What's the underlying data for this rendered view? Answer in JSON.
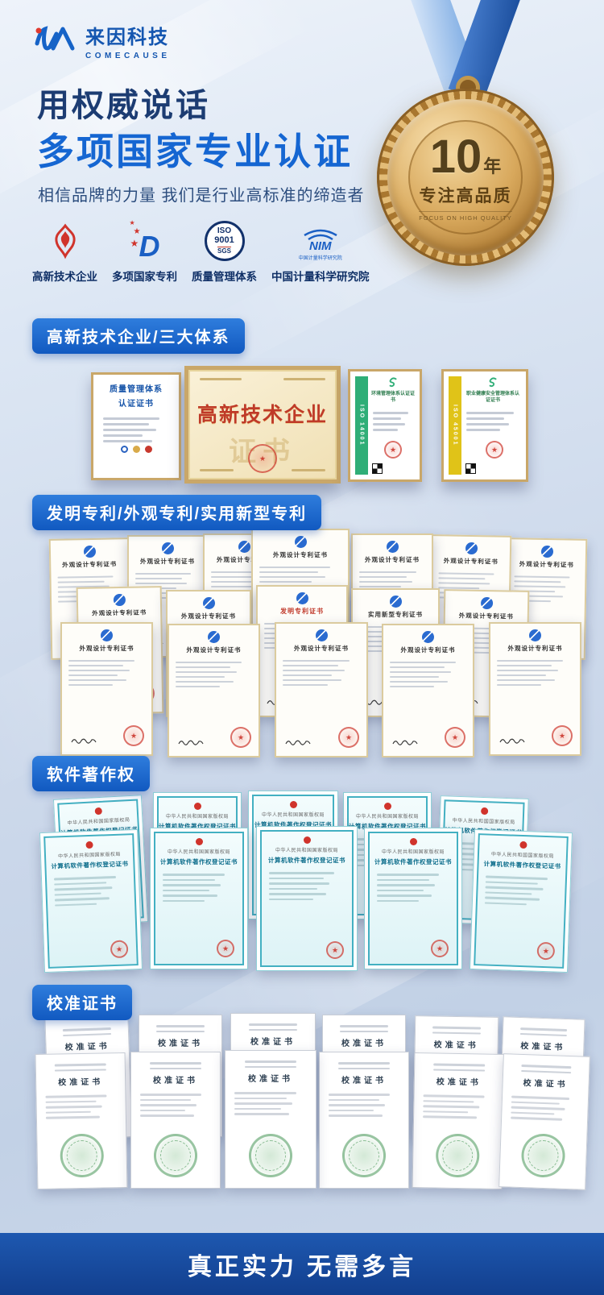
{
  "brand": {
    "name": "来因科技",
    "name_en": "COMECAUSE"
  },
  "hero": {
    "title": "用权威说话",
    "headline": "多项国家专业认证",
    "tagline": "相信品牌的力量 我们是行业高标准的缔造者"
  },
  "medal": {
    "number": "10",
    "unit": "年",
    "caption": "专注高品质",
    "caption_en": "FOCUS ON HIGH QUALITY"
  },
  "badges": [
    {
      "label": "高新技术企业"
    },
    {
      "label": "多项国家专利",
      "icon_text": "D"
    },
    {
      "label": "质量管理体系",
      "icon_line1": "ISO",
      "icon_line2": "9001",
      "icon_line3": "SGS"
    },
    {
      "label": "中国计量科学研究院",
      "icon_text": "NIM",
      "icon_caption": "中国计量科学研究院"
    }
  ],
  "sections": {
    "system": {
      "title": "高新技术企业/三大体系"
    },
    "patent": {
      "title": "发明专利/外观专利/实用新型专利"
    },
    "software": {
      "title": "软件著作权"
    },
    "calibration": {
      "title": "校准证书"
    }
  },
  "system_certs": {
    "quality": {
      "line1": "质量管理体系",
      "line2": "认证证书"
    },
    "hightech": {
      "title": "高新技术企业",
      "watermark": "证书"
    },
    "iso14001": {
      "band": "ISO 14001",
      "title": "环境管理体系认证证书"
    },
    "iso45001": {
      "band": "ISO 45001",
      "title": "职业健康安全管理体系认证证书"
    }
  },
  "patent_titles": {
    "design": "外观设计专利证书",
    "invention": "发明专利证书",
    "utility": "实用新型专利证书"
  },
  "software_cert": {
    "authority": "中华人民共和国国家版权局",
    "title": "计算机软件著作权登记证书"
  },
  "calibration_cert": {
    "title": "校准证书"
  },
  "footer": {
    "text": "真正实力 无需多言"
  }
}
